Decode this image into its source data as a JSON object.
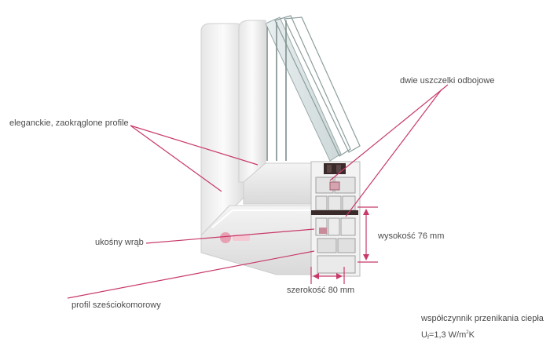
{
  "labels": {
    "seals": "dwie uszczelki odbojowe",
    "profiles": "eleganckie, zaokrąglone profile",
    "height": "wysokość 76 mm",
    "slant": "ukośny wrąb",
    "width": "szerokość 80 mm",
    "chambers": "profil sześciokomorowy",
    "coefficient": "współczynnik przenikania ciepła",
    "uf_symbol": "U",
    "uf_sub": "f",
    "uf_eq": "=1,3 W/m",
    "uf_sup": "2",
    "uf_unit": "K"
  },
  "colors": {
    "leader": "#c8396a",
    "text": "#4a4a4a",
    "frame": "#f1f1f1",
    "glass": "#c9d6d6",
    "gasket": "#3b2a2a"
  },
  "icons": {
    "logo": "rehau-logo-badge"
  }
}
